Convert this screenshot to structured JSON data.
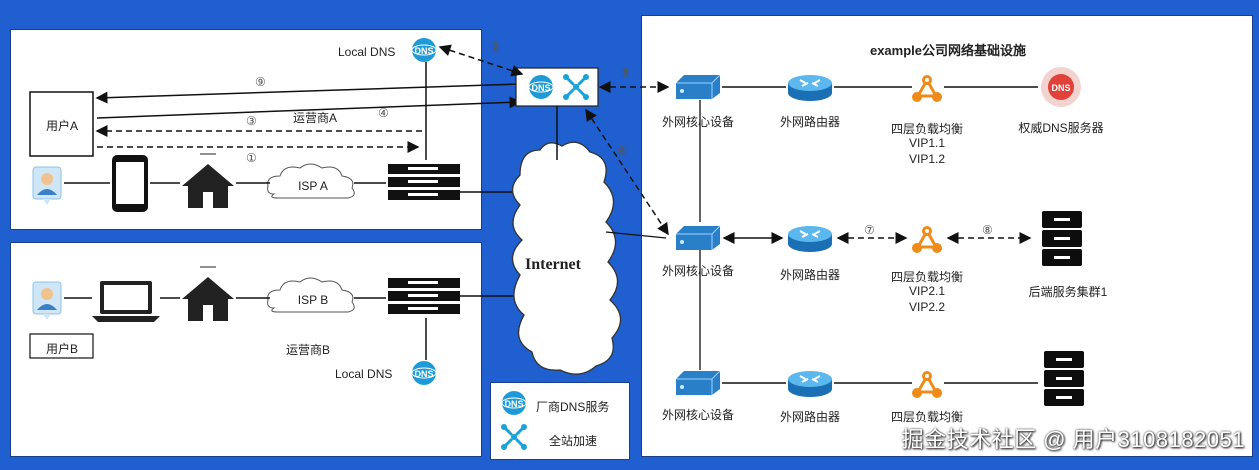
{
  "title": "example公司网络基础设施",
  "internet_label": "Internet",
  "user_a": {
    "label": "用户A",
    "isp": "ISP A",
    "carrier": "运营商A",
    "dns": "Local DNS"
  },
  "user_b": {
    "label": "用户B",
    "isp": "ISP B",
    "carrier": "运营商B",
    "dns": "Local DNS"
  },
  "steps": [
    "①",
    "②",
    "③",
    "④",
    "⑤",
    "⑥",
    "⑦",
    "⑧",
    "⑨"
  ],
  "rows": [
    {
      "core": "外网核心设备",
      "router": "外网路由器",
      "lb": "四层负载均衡",
      "vip1": "VIP1.1",
      "vip2": "VIP1.2",
      "target": "权威DNS服务器"
    },
    {
      "core": "外网核心设备",
      "router": "外网路由器",
      "lb": "四层负载均衡",
      "vip1": "VIP2.1",
      "vip2": "VIP2.2",
      "target": "后端服务集群1"
    },
    {
      "core": "外网核心设备",
      "router": "外网路由器",
      "lb": "四层负载均衡",
      "vip1": "",
      "vip2": "",
      "target": ""
    }
  ],
  "legend": {
    "dns_service": "厂商DNS服务",
    "acceleration": "全站加速"
  },
  "watermark": "掘金技术社区 @ 用户3108182051",
  "icons": [
    "dns-icon",
    "acceleration-icon",
    "user-icon",
    "phone-icon",
    "house-icon",
    "cloud-icon",
    "server-rack-icon",
    "laptop-icon",
    "switch-icon",
    "router-icon",
    "load-balancer-icon"
  ],
  "colors": {
    "background": "#1f5fd0",
    "dns_blue": "#1e9bd7",
    "lb_orange": "#f08a18",
    "switch_blue": "#2a7fc9",
    "auth_dns_red": "#e2413a"
  }
}
